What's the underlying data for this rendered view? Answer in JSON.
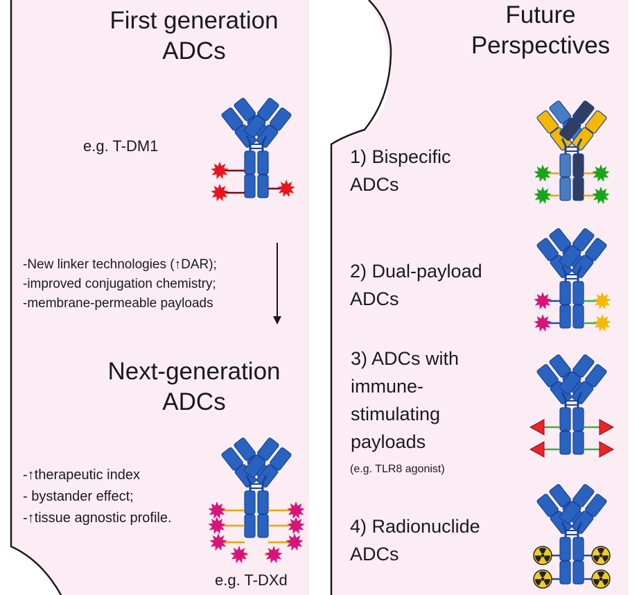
{
  "colors": {
    "panel_bg": "#fcedf5",
    "border": "#1a1a1a",
    "antibody_blue": "#2a62c0",
    "antibody_outline": "#16449a",
    "red_payload": "#e8141c",
    "magenta_payload": "#d6147a",
    "yellow_payload": "#f5b800",
    "green_payload": "#19a51a",
    "linker_orange": "#f0a300",
    "linker_green": "#36b33a",
    "bispecific_light": "#4a7cc2",
    "bispecific_dark": "#2f3f63"
  },
  "left_panel": {
    "first_gen": {
      "title_line1": "First generation",
      "title_line2": "ADCs",
      "example": "e.g. T-DM1",
      "payload": "red-star"
    },
    "transition": {
      "line1": "-New linker technologies (↑DAR);",
      "line2": "-improved conjugation chemistry;",
      "line3": "-membrane-permeable payloads",
      "arrow": "down-arrow"
    },
    "next_gen": {
      "title_line1": "Next-generation",
      "title_line2": "ADCs",
      "benefit1": "-↑therapeutic index",
      "benefit2": "- bystander effect;",
      "benefit3": "-↑tissue agnostic profile.",
      "example": "e.g. T-DXd",
      "payload": "magenta-star"
    }
  },
  "right_panel": {
    "title_line1": "Future",
    "title_line2": "Perspectives",
    "items": [
      {
        "line1": "1) Bispecific",
        "line2": "ADCs",
        "payload": "green-star"
      },
      {
        "line1": "2) Dual-payload",
        "line2": "ADCs",
        "payload": "magenta-and-yellow-star"
      },
      {
        "line1": "3) ADCs with",
        "line2": "immune-",
        "line3": "stimulating",
        "line4": "payloads",
        "note": "(e.g. TLR8 agonist)",
        "payload": "red-triangle"
      },
      {
        "line1": "4) Radionuclide",
        "line2": "ADCs",
        "payload": "radiation-symbol"
      }
    ]
  }
}
